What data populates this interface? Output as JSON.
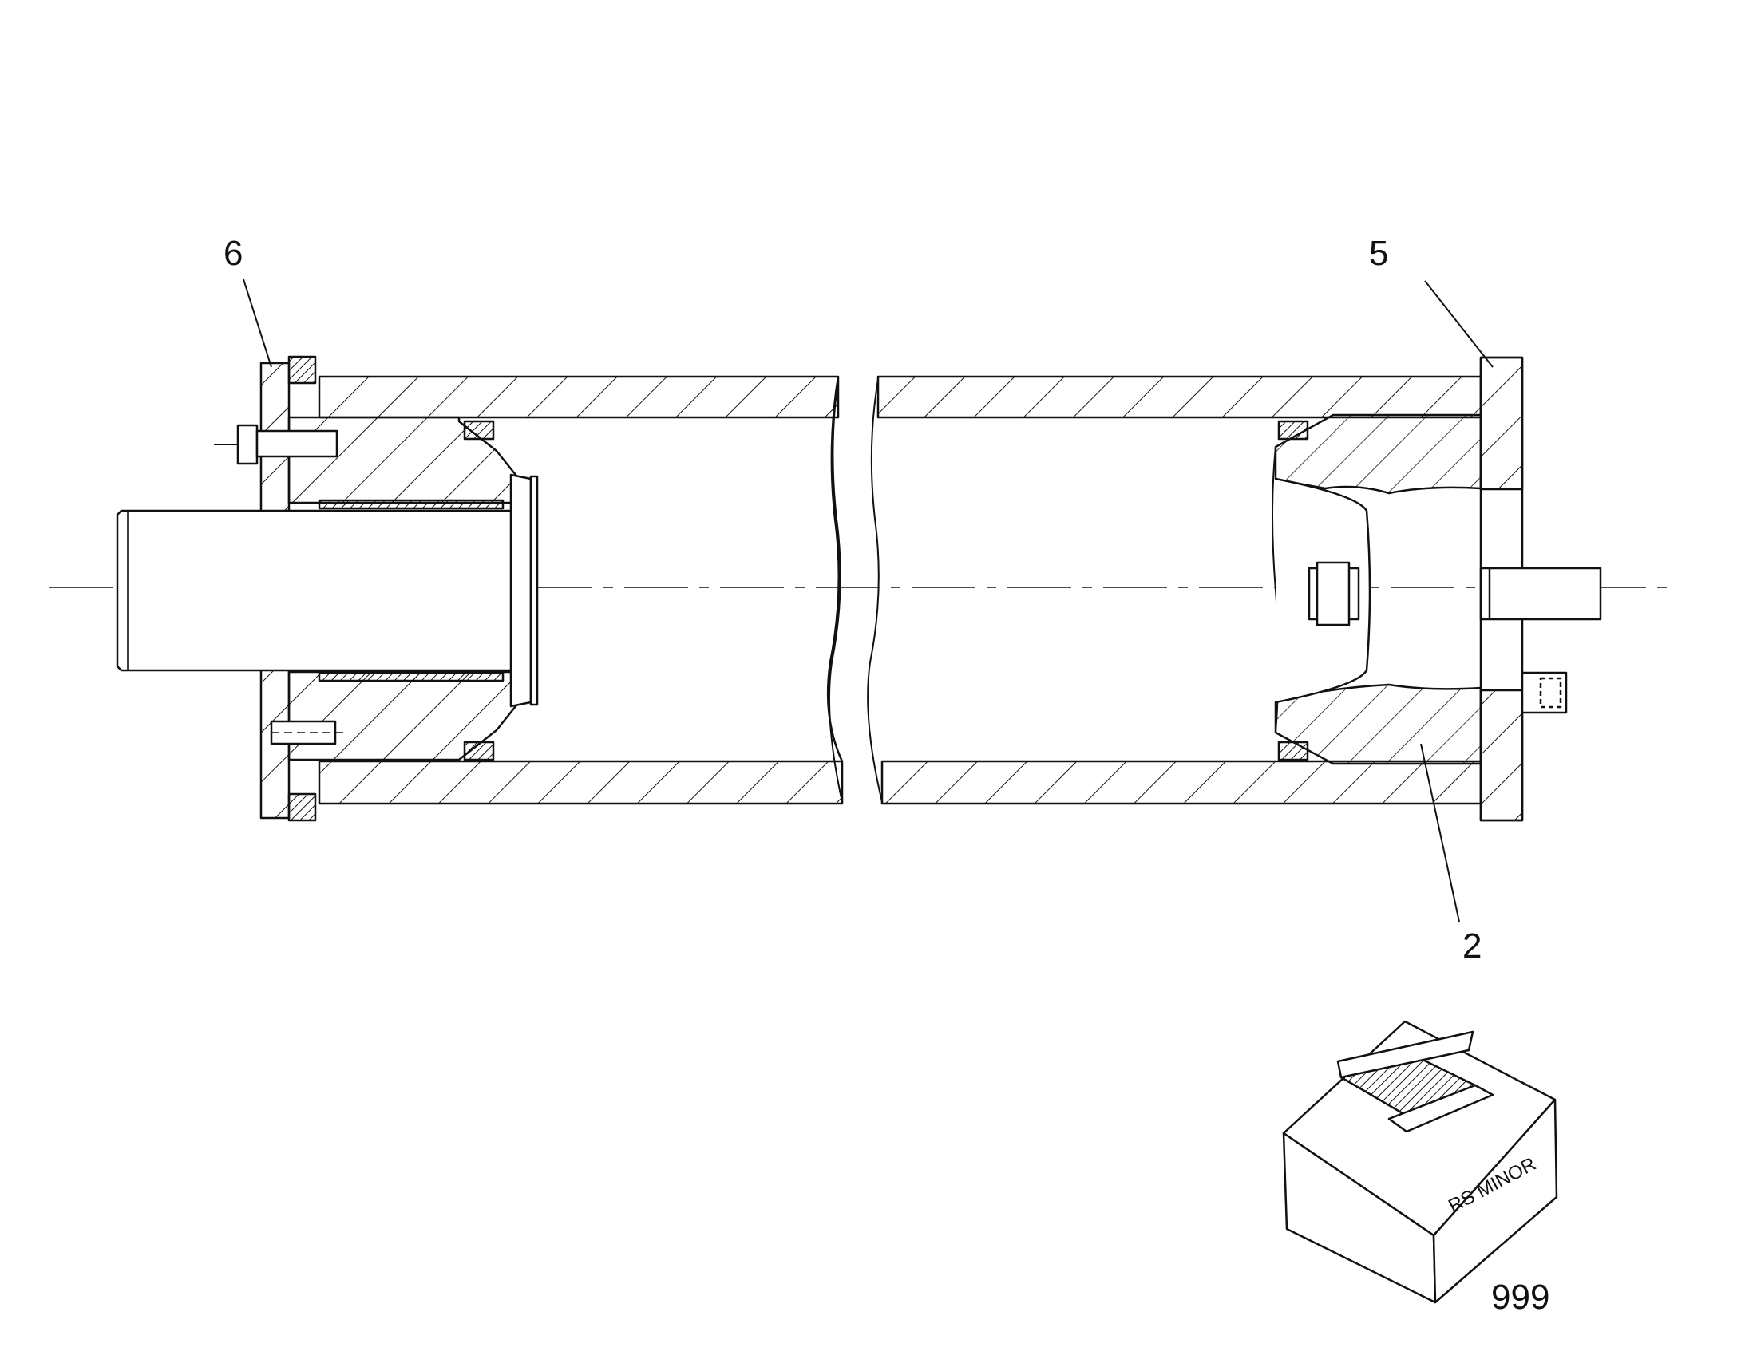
{
  "callouts": {
    "item_6": "6",
    "item_5": "5",
    "item_2": "2"
  },
  "kit": {
    "box_label": "RS MINOR",
    "number": "999"
  },
  "colors": {
    "line": "#111111",
    "background": "#ffffff"
  }
}
